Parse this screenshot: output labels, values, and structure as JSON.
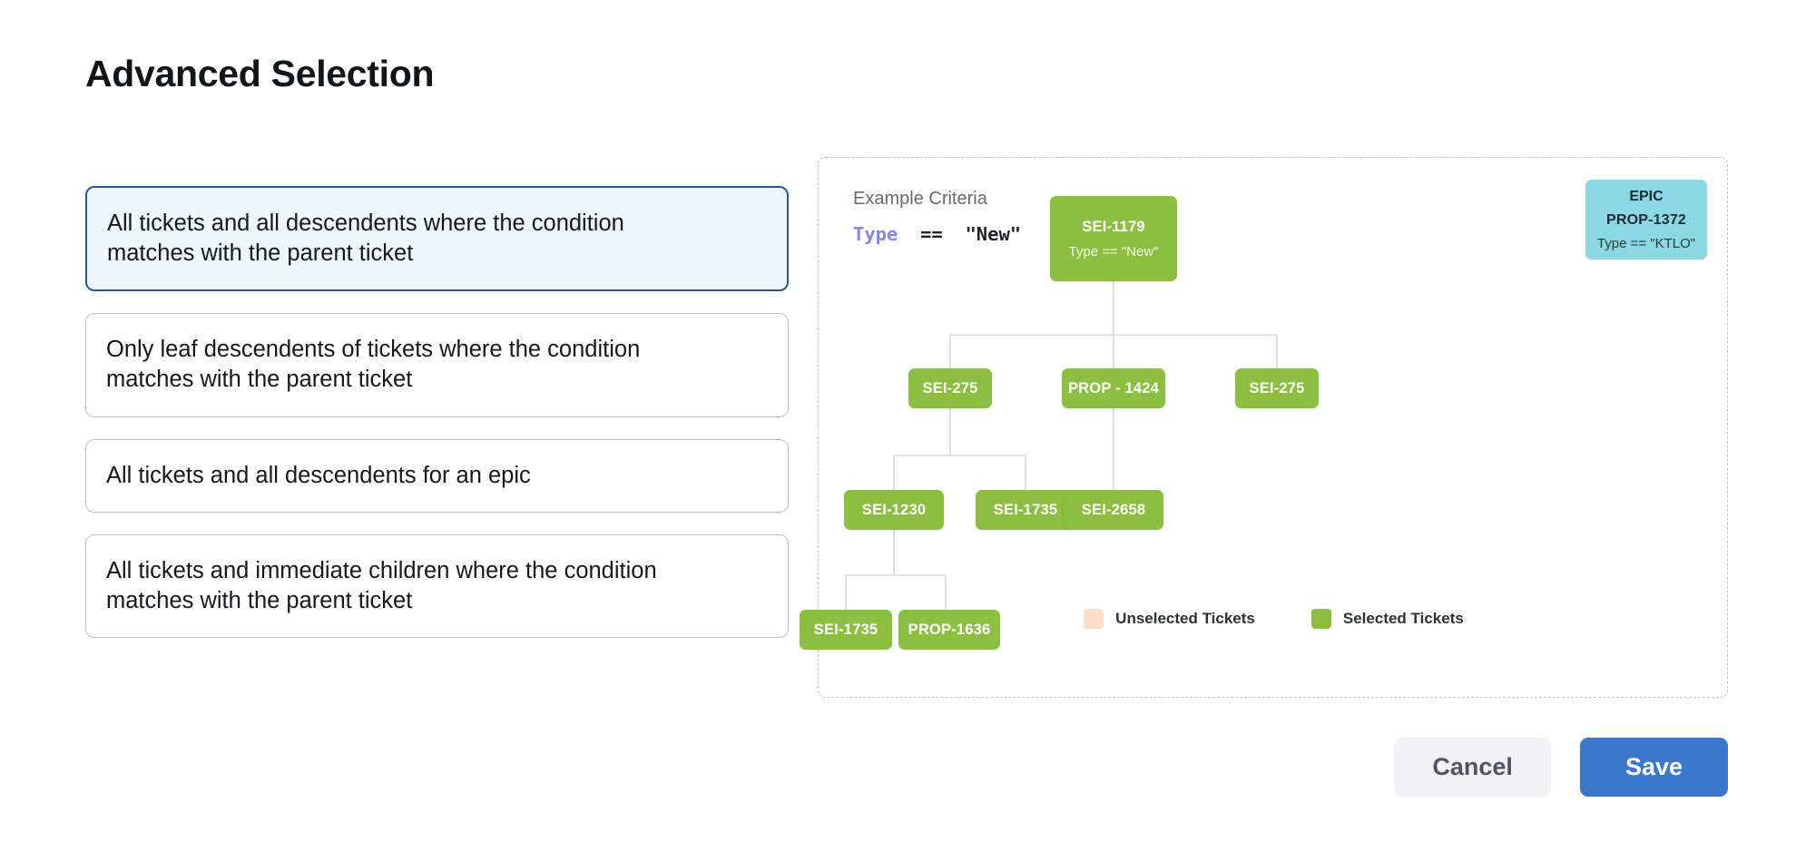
{
  "page": {
    "title": "Advanced Selection"
  },
  "options": [
    {
      "label": "All tickets and all descendents where the condition matches with the parent ticket",
      "selected": true
    },
    {
      "label": "Only leaf descendents of tickets where the condition matches with the parent ticket",
      "selected": false
    },
    {
      "label": "All tickets and all descendents for an epic",
      "selected": false
    },
    {
      "label": "All tickets and immediate children where the condition matches with the parent ticket",
      "selected": false
    }
  ],
  "diagram": {
    "criteria_title": "Example Criteria",
    "criteria": {
      "field": "Type",
      "operator": "==",
      "value": "\"New\""
    },
    "nodes": {
      "epic": {
        "kind": "EPIC",
        "id": "PROP-1372",
        "condition": "Type == \"KTLO\""
      },
      "root": {
        "id": "SEI-1179",
        "condition": "Type == \"New\""
      },
      "r2c1": {
        "id": "SEI-275"
      },
      "r2c2": {
        "id": "PROP - 1424"
      },
      "r2c3": {
        "id": "SEI-275"
      },
      "r3c1": {
        "id": "SEI-1230"
      },
      "r3c2": {
        "id": "SEI-1735"
      },
      "r3c3": {
        "id": "SEI-2658"
      },
      "r4c1": {
        "id": "SEI-1735"
      },
      "r4c2": {
        "id": "PROP-1636"
      }
    },
    "legend": [
      {
        "label": "Unselected Tickets",
        "color": "#fadfc6"
      },
      {
        "label": "Selected Tickets",
        "color": "#8cbf3f"
      }
    ]
  },
  "footer": {
    "cancel_label": "Cancel",
    "save_label": "Save"
  },
  "colors": {
    "selected_node": "#8cbf3f",
    "epic_node": "#8ad8e2",
    "unselected_node": "#fadfc6",
    "primary": "#3b77cc",
    "selected_card_border": "#2a5596",
    "selected_card_bg": "#eff7fb"
  }
}
